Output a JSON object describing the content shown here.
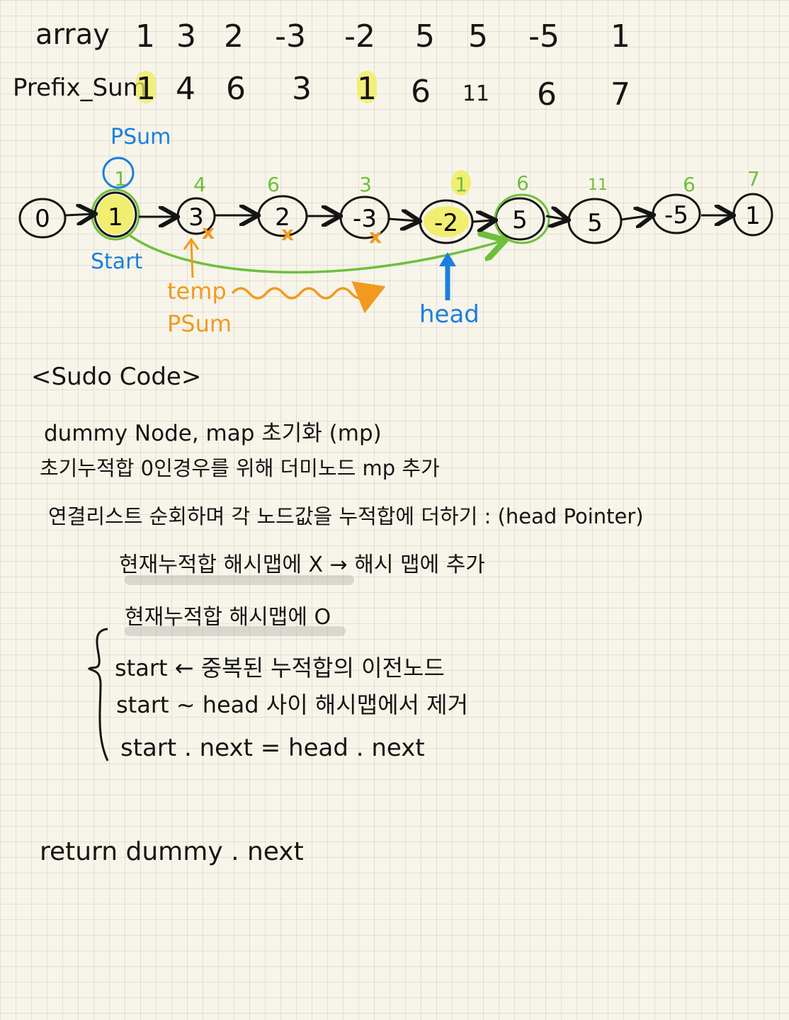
{
  "table": {
    "array_label": "array",
    "prefix_label": "Prefix_Sum",
    "array": [
      "1",
      "3",
      "2",
      "-3",
      "-2",
      "5",
      "5",
      "-5",
      "1"
    ],
    "prefix": [
      "1",
      "4",
      "6",
      "3",
      "1",
      "6",
      "11",
      "6",
      "7"
    ]
  },
  "list": {
    "nodes": [
      "0",
      "1",
      "3",
      "2",
      "-3",
      "-2",
      "5",
      "5",
      "-5",
      "1"
    ],
    "sums_above": [
      "1",
      "4",
      "6",
      "3",
      "1",
      "6",
      "11",
      "6",
      "7"
    ]
  },
  "labels": {
    "psum": "PSum",
    "start": "Start",
    "temp_psum_line1": "temp",
    "temp_psum_line2": "PSum",
    "head": "head",
    "cross": "x"
  },
  "code": {
    "header": "<Sudo Code>",
    "line1": "dummy Node, map 초기화 (mp)",
    "line2": "초기누적합 0인경우를 위해 더미노드 mp 추가",
    "line3": "연결리스트 순회하며   각 노드값을 누적합에 더하기 :   (head Pointer)",
    "line4": "현재누적합 해시맵에 X → 해시 맵에 추가",
    "line5": "현재누적합 해시맵에 O",
    "line6": "start ← 중복된 누적합의 이전노드",
    "line7": "start ~ head 사이 해시맵에서 제거",
    "line8": "start . next = head . next",
    "line9": "return   dummy . next"
  },
  "colors": {
    "ink": "#151515",
    "blue": "#1a7fe0",
    "orange": "#f19a1f",
    "green": "#6ebf3c",
    "highlight": "#f0ec5a"
  }
}
